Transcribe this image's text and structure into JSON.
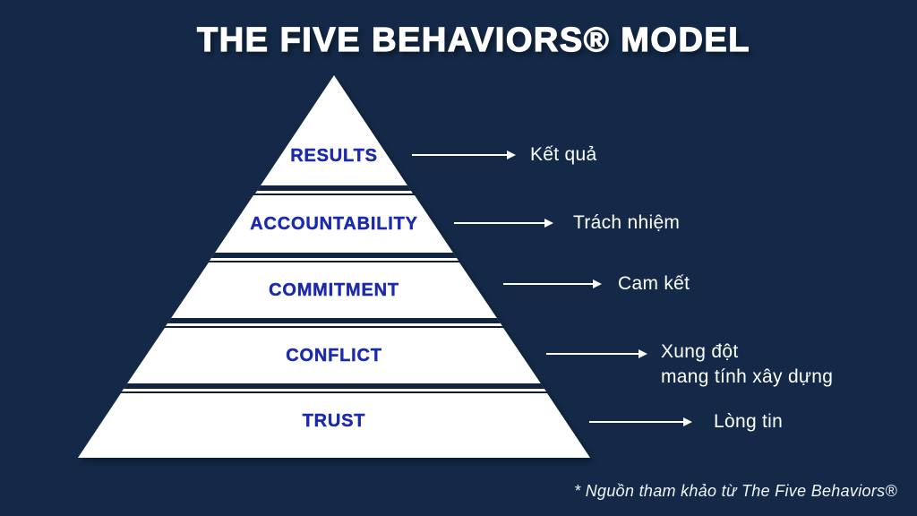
{
  "title": "THE FIVE BEHAVIORS® MODEL",
  "pyramid": {
    "levels": [
      {
        "label": "RESULTS",
        "translation_lines": [
          "Kết quả"
        ]
      },
      {
        "label": "ACCOUNTABILITY",
        "translation_lines": [
          "Trách nhiệm"
        ]
      },
      {
        "label": "COMMITMENT",
        "translation_lines": [
          "Cam kết"
        ]
      },
      {
        "label": "CONFLICT",
        "translation_lines": [
          "Xung đột",
          "mang tính xây dựng"
        ]
      },
      {
        "label": "TRUST",
        "translation_lines": [
          "Lòng tin"
        ]
      }
    ]
  },
  "footnote": "* Nguồn tham khảo từ The Five Behaviors®",
  "colors": {
    "background": "#132947",
    "pyramid_fill": "#ffffff",
    "pyramid_label_text": "#1b2aad",
    "annotation_text": "#ffffff",
    "separator_line": "#10233f"
  }
}
